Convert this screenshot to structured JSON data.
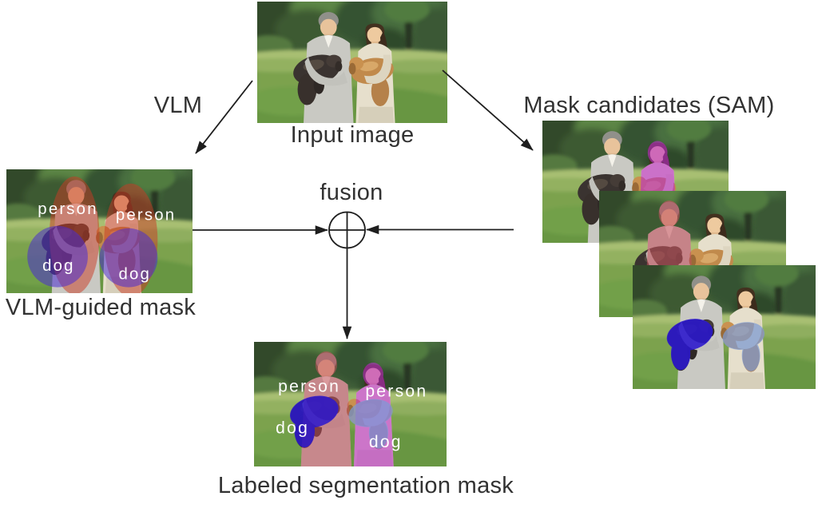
{
  "diagram": {
    "input_image": {
      "caption": "Input image"
    },
    "vlm_branch": {
      "label": "VLM"
    },
    "sam_branch": {
      "caption": "Mask candidates (SAM)"
    },
    "fusion": {
      "label": "fusion"
    },
    "vlm_mask": {
      "caption": "VLM-guided mask",
      "overlay_labels": {
        "person_left": "person",
        "person_right": "person",
        "dog_left": "dog",
        "dog_right": "dog"
      }
    },
    "labeled_mask": {
      "caption": "Labeled segmentation mask",
      "overlay_labels": {
        "person_left": "person",
        "person_right": "person",
        "dog_left": "dog",
        "dog_right": "dog"
      }
    },
    "colors": {
      "caption_text": "#323232",
      "connector": "#1e1e1e",
      "mask_label_text": "#ffffff",
      "vlm_person_overlay": "#c93a23",
      "vlm_dog_overlay": "#4a2dd0",
      "sam_woman_overlay": "#bb2fc8",
      "sam_man_overlay": "#c5525e",
      "sam_dog_left_overlay": "#2b17cf",
      "sam_dog_right_overlay": "#7b9cd8"
    }
  }
}
